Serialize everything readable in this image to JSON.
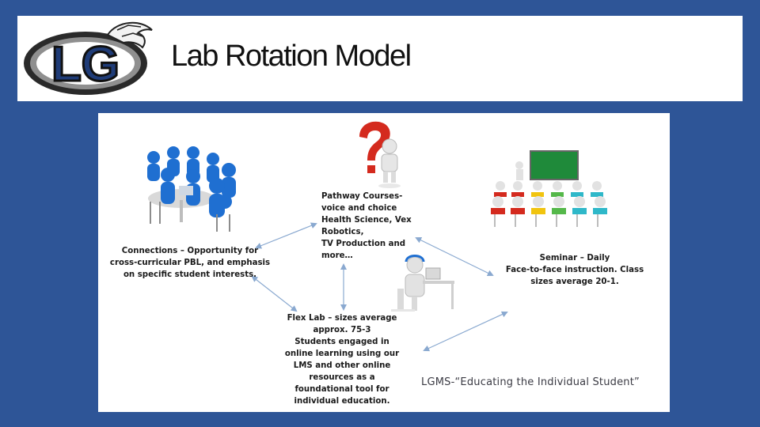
{
  "slide": {
    "title": "Lab Rotation Model",
    "logo_letters": "LG"
  },
  "diagram": {
    "connections": {
      "lines": [
        "Connections – Opportunity for",
        "cross-curricular PBL, and emphasis",
        "on specific student interests."
      ]
    },
    "pathway": {
      "lines": [
        "Pathway Courses-",
        "voice and choice",
        "Health Science, Vex",
        "Robotics,",
        "TV Production and",
        "more…"
      ]
    },
    "seminar": {
      "lines": [
        "Seminar – Daily",
        "Face-to-face instruction.  Class",
        "sizes average 20-1."
      ]
    },
    "flex_lab": {
      "lines": [
        "Flex Lab – sizes average",
        "approx. 75-3",
        "Students engaged in",
        "online learning using our",
        "LMS and other online",
        "resources as a",
        "foundational tool for",
        "individual education."
      ]
    },
    "motto": "LGMS-“Educating the Individual Student”"
  },
  "colors": {
    "background": "#2e5597",
    "arrow": "#8aa9d0",
    "people_blue": "#1f6fd1",
    "board_green": "#1f8a3a",
    "question_red": "#d42a1e"
  }
}
